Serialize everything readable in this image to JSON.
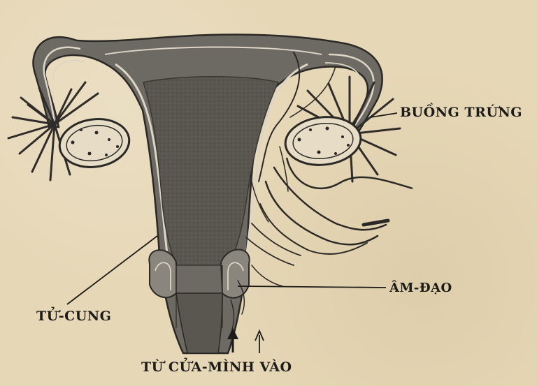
{
  "figure": {
    "labels": {
      "ovary": "BUỒNG TRỨNG",
      "vagina": "ÂM-ĐẠO",
      "uterus": "TỬ-CUNG",
      "entry": "TỪ CỬA-MÌNH VÀO"
    },
    "colors": {
      "paper": "#e6d7b6",
      "tissue_dark": "#4f4b46",
      "tissue_mid": "#7a766f",
      "outline": "#2b2926",
      "highlight": "#ddd6c6"
    }
  }
}
